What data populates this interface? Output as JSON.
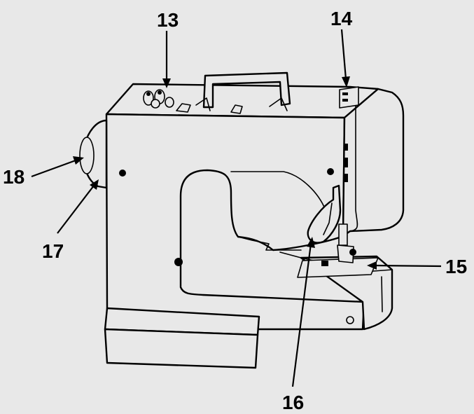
{
  "background_color": "#e8e8e8",
  "line_color": "#000000",
  "callouts": {
    "c13": "13",
    "c14": "14",
    "c15": "15",
    "c16": "16",
    "c17": "17",
    "c18": "18"
  }
}
